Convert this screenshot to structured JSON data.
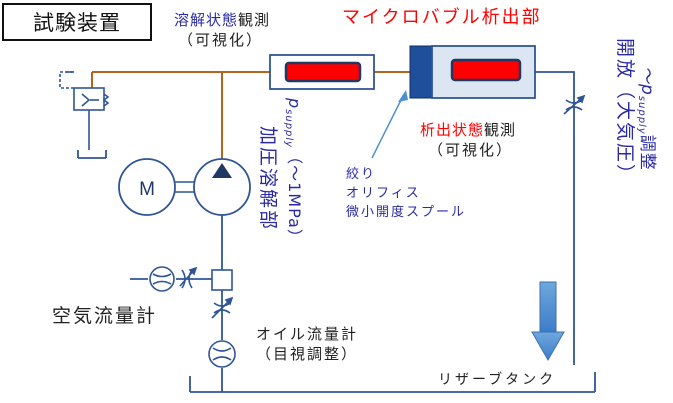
{
  "title": "試験装置",
  "labels": {
    "dissolve_observe_colored": "溶解状態",
    "dissolve_observe_rest": "観測",
    "dissolve_visible": "（可視化）",
    "microbubble": "マイクロバブル析出部",
    "precip_colored": "析出状態",
    "precip_rest": "観測",
    "precip_visible": "（可視化）",
    "throttle_1": "絞り",
    "throttle_2": "オリフィス",
    "throttle_3": "微小開度スプール",
    "air_flow": "空気流量計",
    "oil_flow": "オイル流量計",
    "oil_flow_sub": "（目視調整）",
    "reservoir": "リザーブタンク",
    "pressurize_main": "加圧溶解部",
    "pressurize_p": "p",
    "pressurize_sub": "supply",
    "pressurize_range": "（～1MPa）",
    "release_main": "開放（大気圧）",
    "release_p": "～p",
    "release_sub": "supply",
    "release_end": "調整",
    "motor": "M"
  },
  "colors": {
    "pipe": "#b5651d",
    "blue_line": "#2f5597",
    "window_red": "#ff0000",
    "orifice_blue": "#1f4e9a",
    "label_blue": "#2a2aa8",
    "label_red": "#ff0000",
    "arrow_blue": "#4d8fd0",
    "box_fill": "#dce6f2"
  }
}
